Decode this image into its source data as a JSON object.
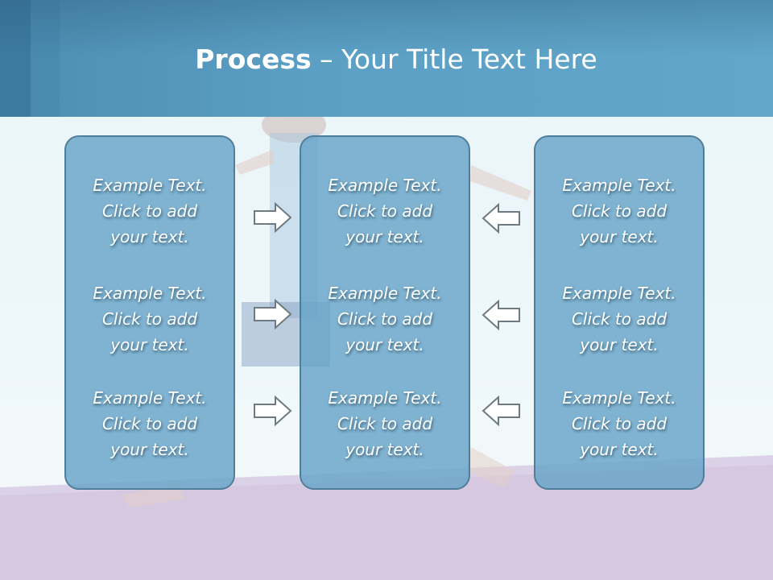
{
  "slide": {
    "title_bold": "Process",
    "title_rest": " – Your Title Text Here"
  },
  "columns": [
    {
      "blocks": [
        {
          "line1": "Example Text.",
          "line2": "Click  to add",
          "line3": "your text."
        },
        {
          "line1": "Example Text.",
          "line2": "Click  to add",
          "line3": "your text."
        },
        {
          "line1": "Example Text.",
          "line2": "Click  to add",
          "line3": "your text."
        }
      ]
    },
    {
      "blocks": [
        {
          "line1": "Example Text.",
          "line2": "Click  to add",
          "line3": "your text."
        },
        {
          "line1": "Example Text.",
          "line2": "Click  to add",
          "line3": "your text."
        },
        {
          "line1": "Example Text.",
          "line2": "Click  to add",
          "line3": "your text."
        }
      ]
    },
    {
      "blocks": [
        {
          "line1": "Example Text.",
          "line2": "Click  to add",
          "line3": "your text."
        },
        {
          "line1": "Example Text.",
          "line2": "Click  to add",
          "line3": "your text."
        },
        {
          "line1": "Example Text.",
          "line2": "Click  to add",
          "line3": "your text."
        }
      ]
    }
  ],
  "icons": {
    "right_arrows": "arrow-right-icon",
    "left_arrows": "arrow-left-icon"
  },
  "colors": {
    "header": "#5b9fc4",
    "box_fill": "#67a4c8",
    "box_border": "#4f7e9a",
    "text": "#ffffff"
  }
}
